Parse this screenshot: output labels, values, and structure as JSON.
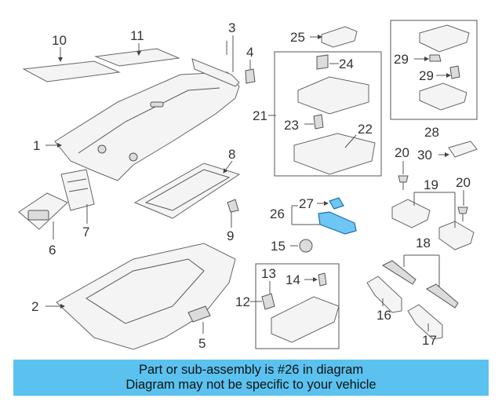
{
  "labels": {
    "c1": "1",
    "c2": "2",
    "c3": "3",
    "c4": "4",
    "c5": "5",
    "c6": "6",
    "c7": "7",
    "c8": "8",
    "c9": "9",
    "c10": "10",
    "c11": "11",
    "c12": "12",
    "c13": "13",
    "c14": "14",
    "c15": "15",
    "c16": "16",
    "c17": "17",
    "c18": "18",
    "c19": "19",
    "c20": "20",
    "c21": "21",
    "c22": "22",
    "c23": "23",
    "c24": "24",
    "c25": "25",
    "c26": "26",
    "c27": "27",
    "c28": "28",
    "c29": "29",
    "c30": "30"
  },
  "highlight_color": "#6ec6f2",
  "banner": {
    "line1": "Part or sub-assembly is #26 in diagram",
    "line2": "Diagram may not be specific to your vehicle",
    "color": "#5bc2f0"
  }
}
